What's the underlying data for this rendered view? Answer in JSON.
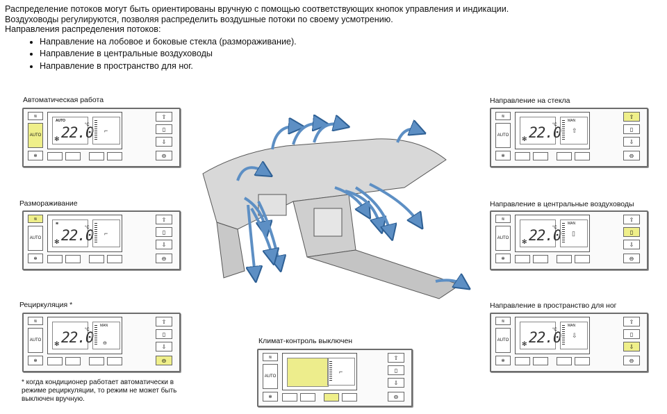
{
  "intro": {
    "line1": "Распределение потоков могут быть ориентированы вручную с помощью соответствующих кнопок управления и индикации.",
    "line2": "Воздуховоды регулируются, позволяя распределить воздушные потоки по своему усмотрению.",
    "line3": "Направления распределения потоков:",
    "bullets": [
      "Направление на лобовое и боковые стекла (размораживание).",
      "Направление в центральные воздуховоды",
      "Направление в пространство для ног."
    ]
  },
  "captions": {
    "auto": "Автоматическая работа",
    "defrost": "Размораживание",
    "recirc": "Рециркуляция *",
    "off": "Климат-контроль выключен",
    "glass": "Направление на стекла",
    "central": "Направление в центральные воздуховоды",
    "feet": "Направление в пространство для  ног"
  },
  "note": "* когда кондиционер работает автоматически в режиме рециркуляции, то режим не может быть выключен вручную.",
  "panel": {
    "temp": "22.0",
    "auto_label": "AUTO",
    "auto_lcd": "AUTO",
    "man_label": "MAN",
    "deg": "°C"
  },
  "colors": {
    "highlight": "#efef8a",
    "arrow": "#5d8fc4",
    "border": "#6c6c6c"
  },
  "icons": [
    "defrost-icon",
    "fan-icon",
    "arrow-up-icon",
    "arrow-down-icon",
    "recirculation-icon",
    "seat-icon"
  ]
}
